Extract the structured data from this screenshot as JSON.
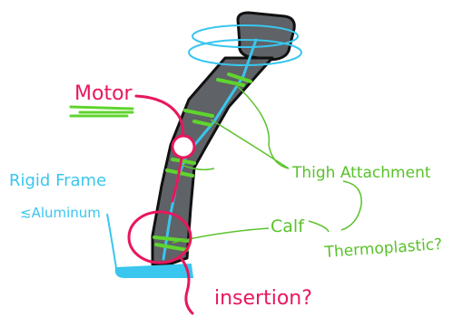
{
  "labels": {
    "motor": "Motor",
    "rigid_frame": "Rigid Frame",
    "aluminum": "≲Aluminum",
    "thigh_attachment": "Thigh Attachment",
    "calf": "Calf",
    "thermoplastic": "Thermoplastic?",
    "insertion": "insertion?"
  },
  "colors": {
    "background": "#ffffff",
    "frame_fill": "#5f6266",
    "frame_outline": "#111111",
    "rigid_frame": "#39c6ef",
    "motor": "#e8175d",
    "straps": "#5fd42e",
    "labels_green": "#59c22a"
  }
}
